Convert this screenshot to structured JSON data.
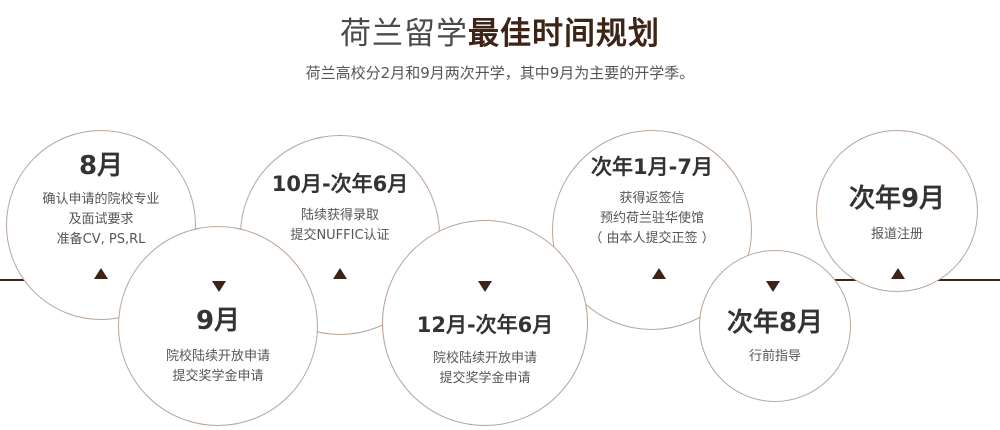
{
  "title": {
    "light": "荷兰留学",
    "bold": "最佳时间规划"
  },
  "subtitle": "荷兰高校分2月和9月两次开学，其中9月为主要的开学季。",
  "milestones": [
    {
      "heading": "8月",
      "lines": [
        "确认申请的院校专业",
        "及面试要求",
        "准备CV, PS,RL"
      ]
    },
    {
      "heading": "9月",
      "lines": [
        "院校陆续开放申请",
        "提交奖学金申请"
      ]
    },
    {
      "heading": "10月-次年6月",
      "lines": [
        "陆续获得录取",
        "提交NUFFIC认证"
      ]
    },
    {
      "heading": "12月-次年6月",
      "lines": [
        "院校陆续开放申请",
        "提交奖学金申请"
      ]
    },
    {
      "heading": "次年1月-7月",
      "lines": [
        "获得返签信",
        "预约荷兰驻华使馆",
        "（ 由本人提交正签 ）"
      ]
    },
    {
      "heading": "次年8月",
      "lines": [
        "行前指导"
      ]
    },
    {
      "heading": "次年9月",
      "lines": [
        "报道注册"
      ]
    }
  ]
}
